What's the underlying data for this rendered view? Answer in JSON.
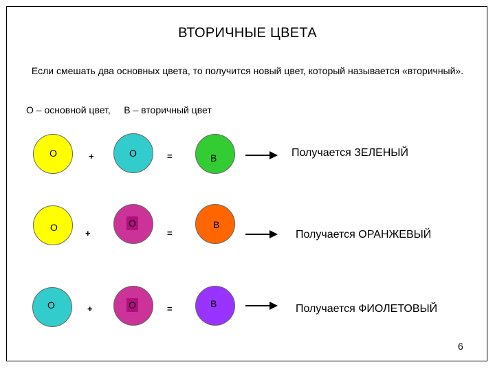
{
  "slide": {
    "title": "ВТОРИЧНЫЕ ЦВЕТА",
    "intro": "Если смешать два основных цвета, то получится  новый цвет, который называется «вторичный».",
    "legend": "О – основной цвет,     В – вторичный цвет",
    "page_number": "6"
  },
  "operators": {
    "plus": "+",
    "equals": "="
  },
  "rows": [
    {
      "primary_1": {
        "label": "О",
        "color": "#ffff00"
      },
      "primary_2": {
        "label": "О",
        "color": "#33cccc"
      },
      "secondary": {
        "label": "В",
        "color": "#33cc33"
      },
      "result": "Получается ЗЕЛЕНЫЙ"
    },
    {
      "primary_1": {
        "label": "О",
        "color": "#ffff00"
      },
      "primary_2": {
        "label": "О",
        "color": "#cc3399"
      },
      "secondary": {
        "label": "В",
        "color": "#ff6600"
      },
      "result": "Получается ОРАНЖЕВЫЙ"
    },
    {
      "primary_1": {
        "label": "О",
        "color": "#33cccc"
      },
      "primary_2": {
        "label": "О",
        "color": "#cc3399"
      },
      "secondary": {
        "label": "В",
        "color": "#9933ff"
      },
      "result": "Получается ФИОЛЕТОВЫЙ"
    }
  ]
}
